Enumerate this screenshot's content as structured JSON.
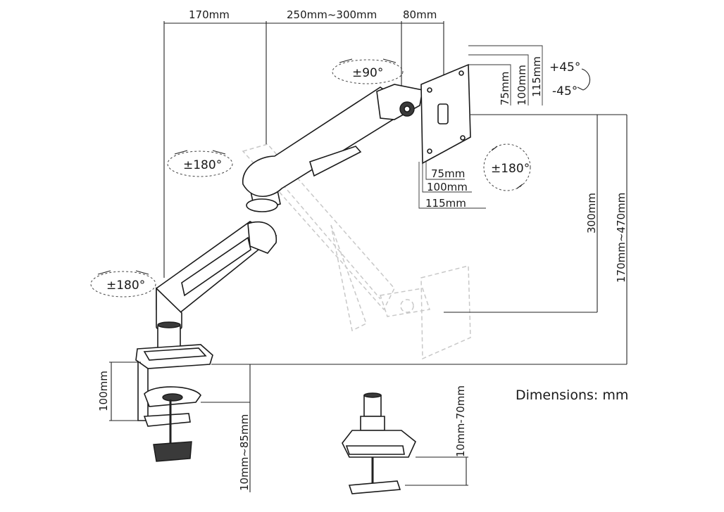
{
  "dimensions": {
    "top_segment_1": "170mm",
    "top_segment_2": "250mm~300mm",
    "top_segment_3": "80mm",
    "vesa_v_75": "75mm",
    "vesa_v_100": "100mm",
    "vesa_v_115": "115mm",
    "vesa_h_75": "75mm",
    "vesa_h_100": "100mm",
    "vesa_h_115": "115mm",
    "height_300": "300mm",
    "height_range": "170mm~470mm",
    "clamp_height": "100mm",
    "clamp_thickness": "10mm~85mm",
    "grommet_thickness": "10mm-70mm"
  },
  "rotations": {
    "arm_tilt": "±90°",
    "elbow_swivel": "±180°",
    "base_swivel": "±180°",
    "screen_rotate": "±180°",
    "tilt_up": "+45°",
    "tilt_down": "-45°"
  },
  "note": "Dimensions: mm"
}
